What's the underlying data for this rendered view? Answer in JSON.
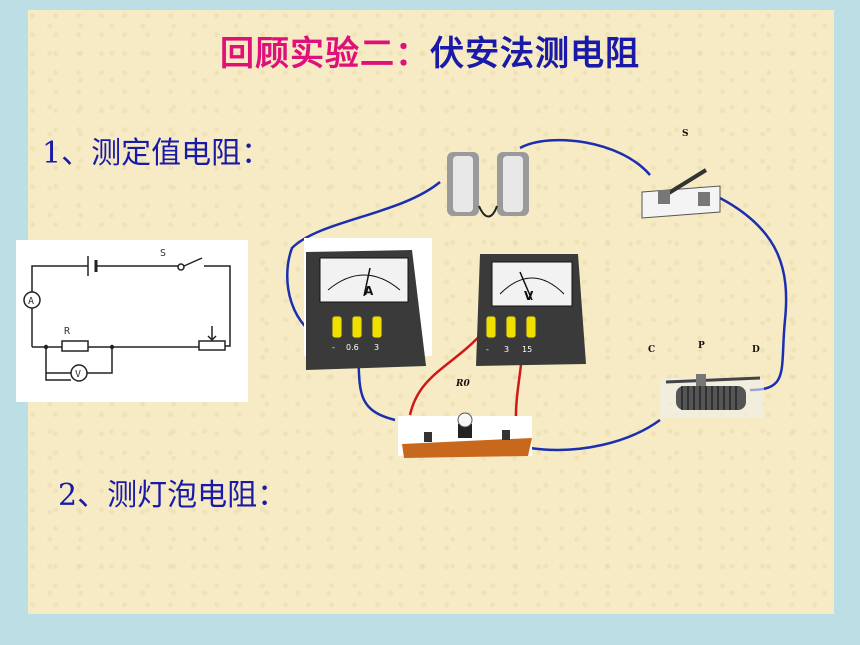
{
  "title": {
    "part1": "回顾实验二：",
    "part2": "伏安法测电阻"
  },
  "section1": {
    "text": "1、测定值电阻："
  },
  "section2": {
    "text": "2、测灯泡电阻："
  },
  "circuit_diagram": {
    "switch_label": "S",
    "resistor_label": "R",
    "ammeter_label": "A",
    "voltmeter_label": "V"
  },
  "apparatus": {
    "switch_label": "S",
    "rheostat_labels": {
      "c": "C",
      "p": "P",
      "d": "D"
    },
    "ammeter": {
      "symbol": "A",
      "terminals": [
        "-",
        "0.6",
        "3"
      ]
    },
    "voltmeter": {
      "symbol": "V",
      "terminals": [
        "-",
        "3",
        "15"
      ]
    },
    "r0_label": "R0"
  },
  "colors": {
    "pink": "#e0107a",
    "blue": "#1a1aa8",
    "wire_blue": "#1b2fb0",
    "wire_red": "#d01818"
  }
}
